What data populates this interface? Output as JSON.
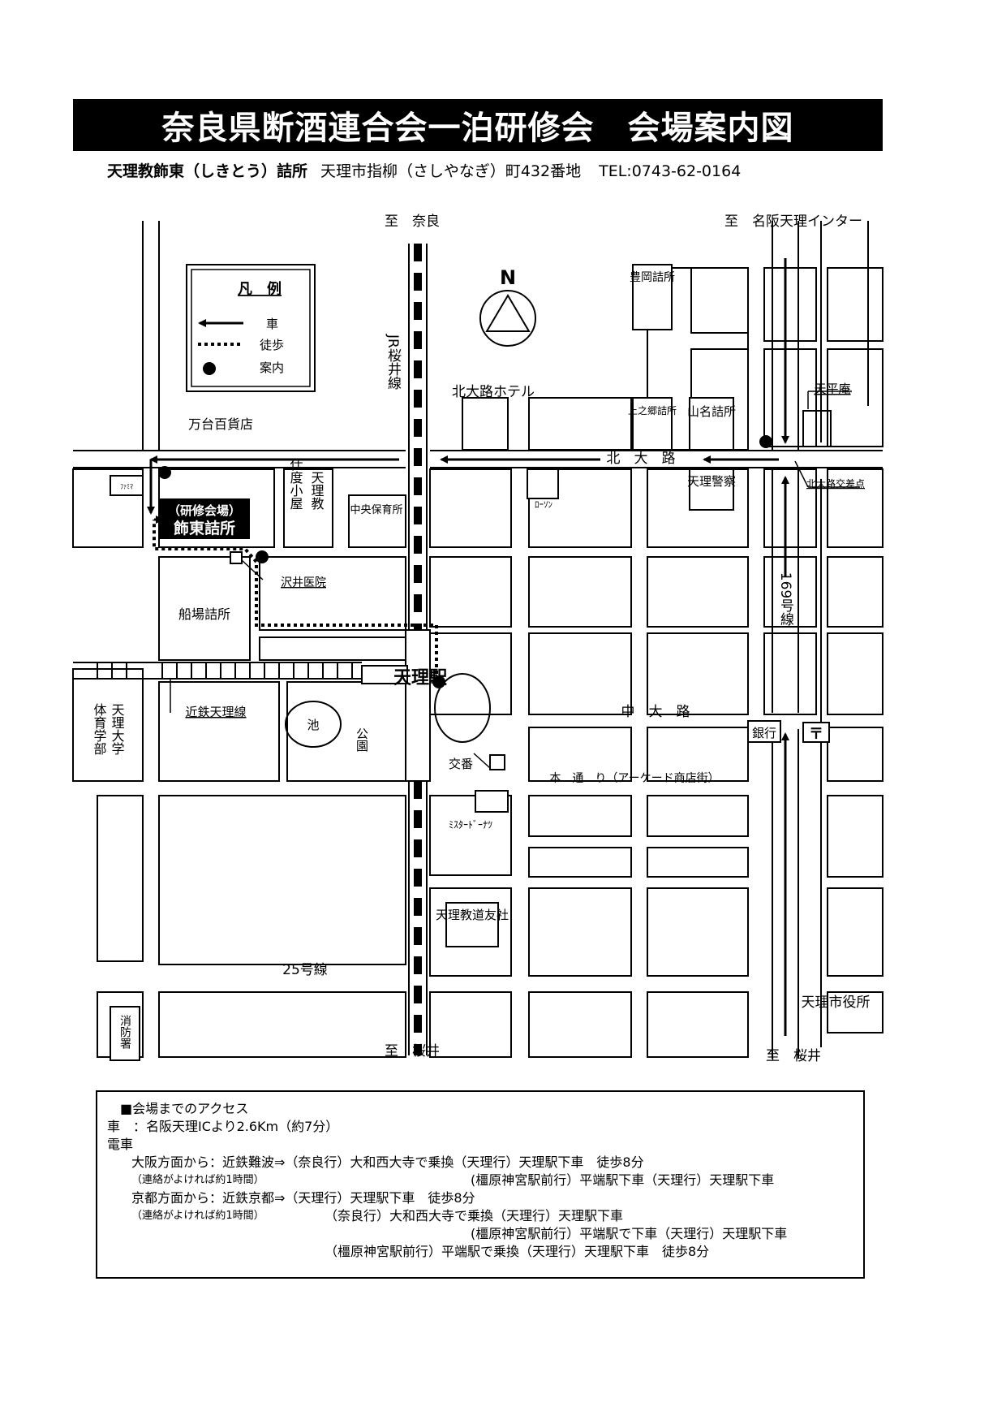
{
  "title": "奈良県断酒連合会一泊研修会　会場案内図",
  "venue": {
    "name": "天理教飾東（しきとう）詰所",
    "address": "天理市指柳（さしやなぎ）町432番地",
    "tel": "TEL:0743-62-0164"
  },
  "legend": {
    "title": "凡　例",
    "car": "車",
    "walk": "徒歩",
    "guide": "案内"
  },
  "compass": "N",
  "directions": {
    "to_nara": "至　奈良",
    "to_interchange": "至　名阪天理インター",
    "to_sakurai_left": "至　桜井",
    "to_sakurai_right": "至　桜井"
  },
  "roads": {
    "jr_line": "JR桜井線",
    "kita_oji": "北　大　路",
    "naka_oji": "中　大　路",
    "hondori": "本　通　り（アーケード商店街）",
    "route169": "169号線",
    "route25": "25号線",
    "kintetsu": "近鉄天理線"
  },
  "places": {
    "family_mart": "ﾌｧﾐﾏ",
    "mandai": "万台百貨店",
    "venue_tag": "（研修会場）",
    "venue_name": "飾東詰所",
    "shitaku": "仕度小屋",
    "tenrikyo": "天理教",
    "chuo_hoiku": "中央保育所",
    "sawai": "沢井医院",
    "funaba": "船場詰所",
    "tenri_univ": "天理大学",
    "taiikubu": "体育学部",
    "ike": "池",
    "koen": "公園",
    "station": "天理駅",
    "koban": "交番",
    "mister_donut": "ﾐｽﾀｰﾄﾞｰﾅﾂ",
    "dohosha": "天理教道友社",
    "shobosho": "消防署",
    "kitaoji_hotel": "北大路ホテル",
    "lawson": "ﾛｰｿﾝ",
    "toyooka": "豊岡詰所",
    "uenogo": "上之郷詰所",
    "yamana": "山名詰所",
    "police": "天理警察",
    "tenpeian": "天平庵",
    "kitaoji_crossing": "北大路交差点",
    "bank": "銀行",
    "post": "〒",
    "city_hall": "天理市役所"
  },
  "access": {
    "heading": "■会場までのアクセス",
    "car": "車　：名阪天理ICより2.6Km（約7分）",
    "train": "電車",
    "osaka": "大阪方面から：近鉄難波⇒（奈良行）大和西大寺で乗換（天理行）天理駅下車　徒歩8分",
    "osaka_note": "（連絡がよければ約1時間）",
    "osaka_alt": "(橿原神宮駅前行）平端駅下車（天理行）天理駅下車",
    "kyoto": "京都方面から：近鉄京都⇒（天理行）天理駅下車　徒歩8分",
    "kyoto_note": "（連絡がよければ約1時間）",
    "kyoto_alt1": "（奈良行）大和西大寺で乗換（天理行）天理駅下車",
    "kyoto_alt2": "(橿原神宮駅前行）平端駅で下車（天理行）天理駅下車",
    "kyoto_alt3": "（橿原神宮駅前行）平端駅で乗換（天理行）天理駅下車　徒歩8分"
  }
}
